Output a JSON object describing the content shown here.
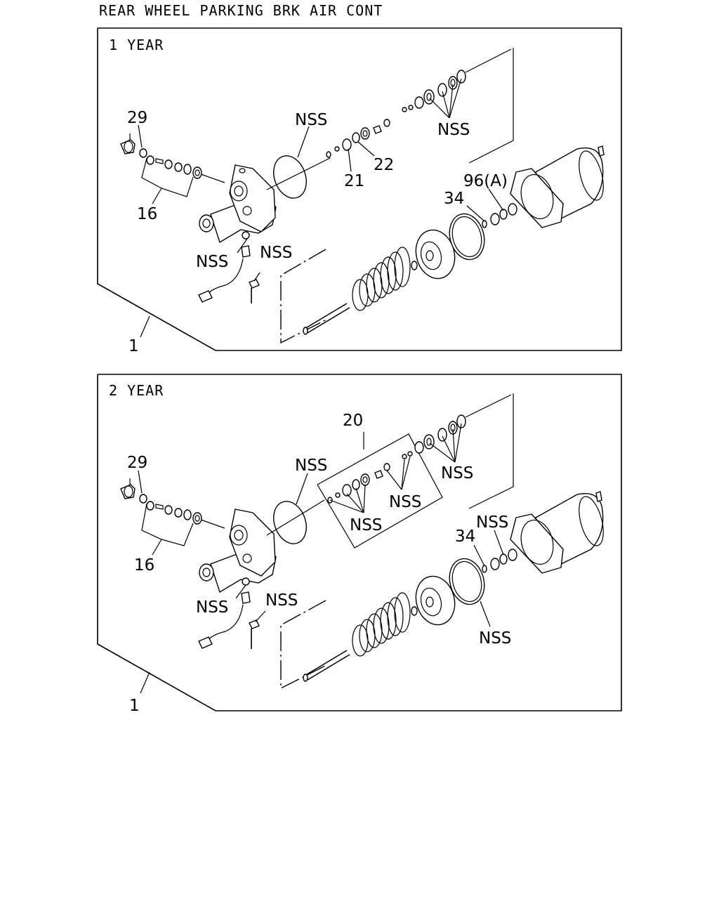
{
  "page_title": "REAR WHEEL PARKING BRK AIR CONT",
  "panels": [
    {
      "heading": "1 YEAR",
      "callouts": {
        "assembly": "1",
        "p29": "29",
        "p16": "16",
        "p21": "21",
        "p22": "22",
        "p34": "34",
        "p96": "96(A)",
        "nss_diaphragm": "NSS",
        "nss_seals": "NSS",
        "nss_sensor": "NSS",
        "nss_bolt": "NSS"
      }
    },
    {
      "heading": "2 YEAR",
      "callouts": {
        "assembly": "1",
        "p29": "29",
        "p16": "16",
        "p20": "20",
        "p34": "34",
        "nss_diaphragm": "NSS",
        "nss_seals": "NSS",
        "nss_kit_a": "NSS",
        "nss_kit_b": "NSS",
        "nss_washer": "NSS",
        "nss_sensor": "NSS",
        "nss_bolt": "NSS",
        "nss_ring": "NSS"
      }
    }
  ]
}
